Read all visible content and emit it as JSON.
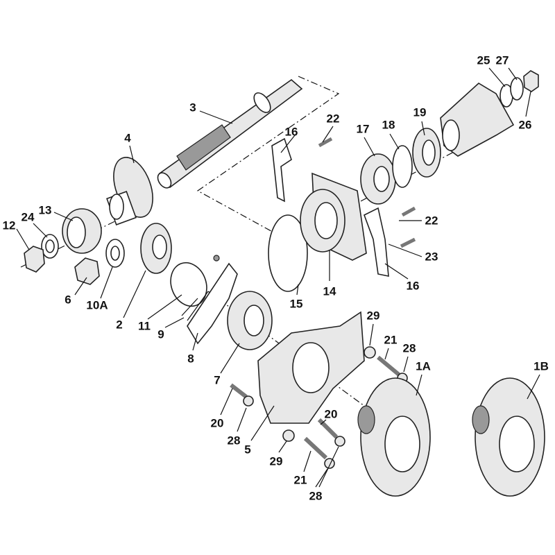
{
  "diagram": {
    "type": "exploded-parts-view",
    "callouts": [
      "3",
      "22",
      "16",
      "17",
      "18",
      "19",
      "25",
      "27",
      "26",
      "4",
      "12",
      "24",
      "13",
      "22",
      "23",
      "16",
      "14",
      "15",
      "6",
      "10A",
      "2",
      "11",
      "9",
      "8",
      "7",
      "29",
      "21",
      "28",
      "1A",
      "1B",
      "20",
      "28",
      "5",
      "20",
      "29",
      "21",
      "28"
    ]
  }
}
